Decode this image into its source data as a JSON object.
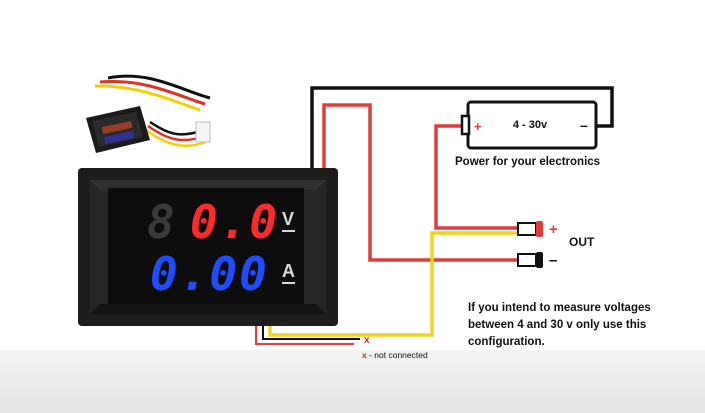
{
  "battery": {
    "label": "4 - 30v",
    "plus": "+",
    "minus": "–"
  },
  "power_label": "Power for your electronics",
  "out": {
    "label": "OUT",
    "plus": "+",
    "minus": "–"
  },
  "meter": {
    "voltage_reading": "0.0",
    "current_reading": "0.00",
    "voltage_unit": "V",
    "current_unit": "A",
    "voltage_color": "#ff2a2a",
    "current_color": "#1e4dff"
  },
  "wire_colors": {
    "black": "#111111",
    "red": "#e23b3b",
    "yellow": "#f2d21b"
  },
  "nc_marker": "x",
  "not_connected": {
    "marker": "x",
    "text": " - not connected"
  },
  "note_lines": [
    "If you intend to measure voltages",
    "between 4 and 30 v only use this",
    "configuration."
  ]
}
